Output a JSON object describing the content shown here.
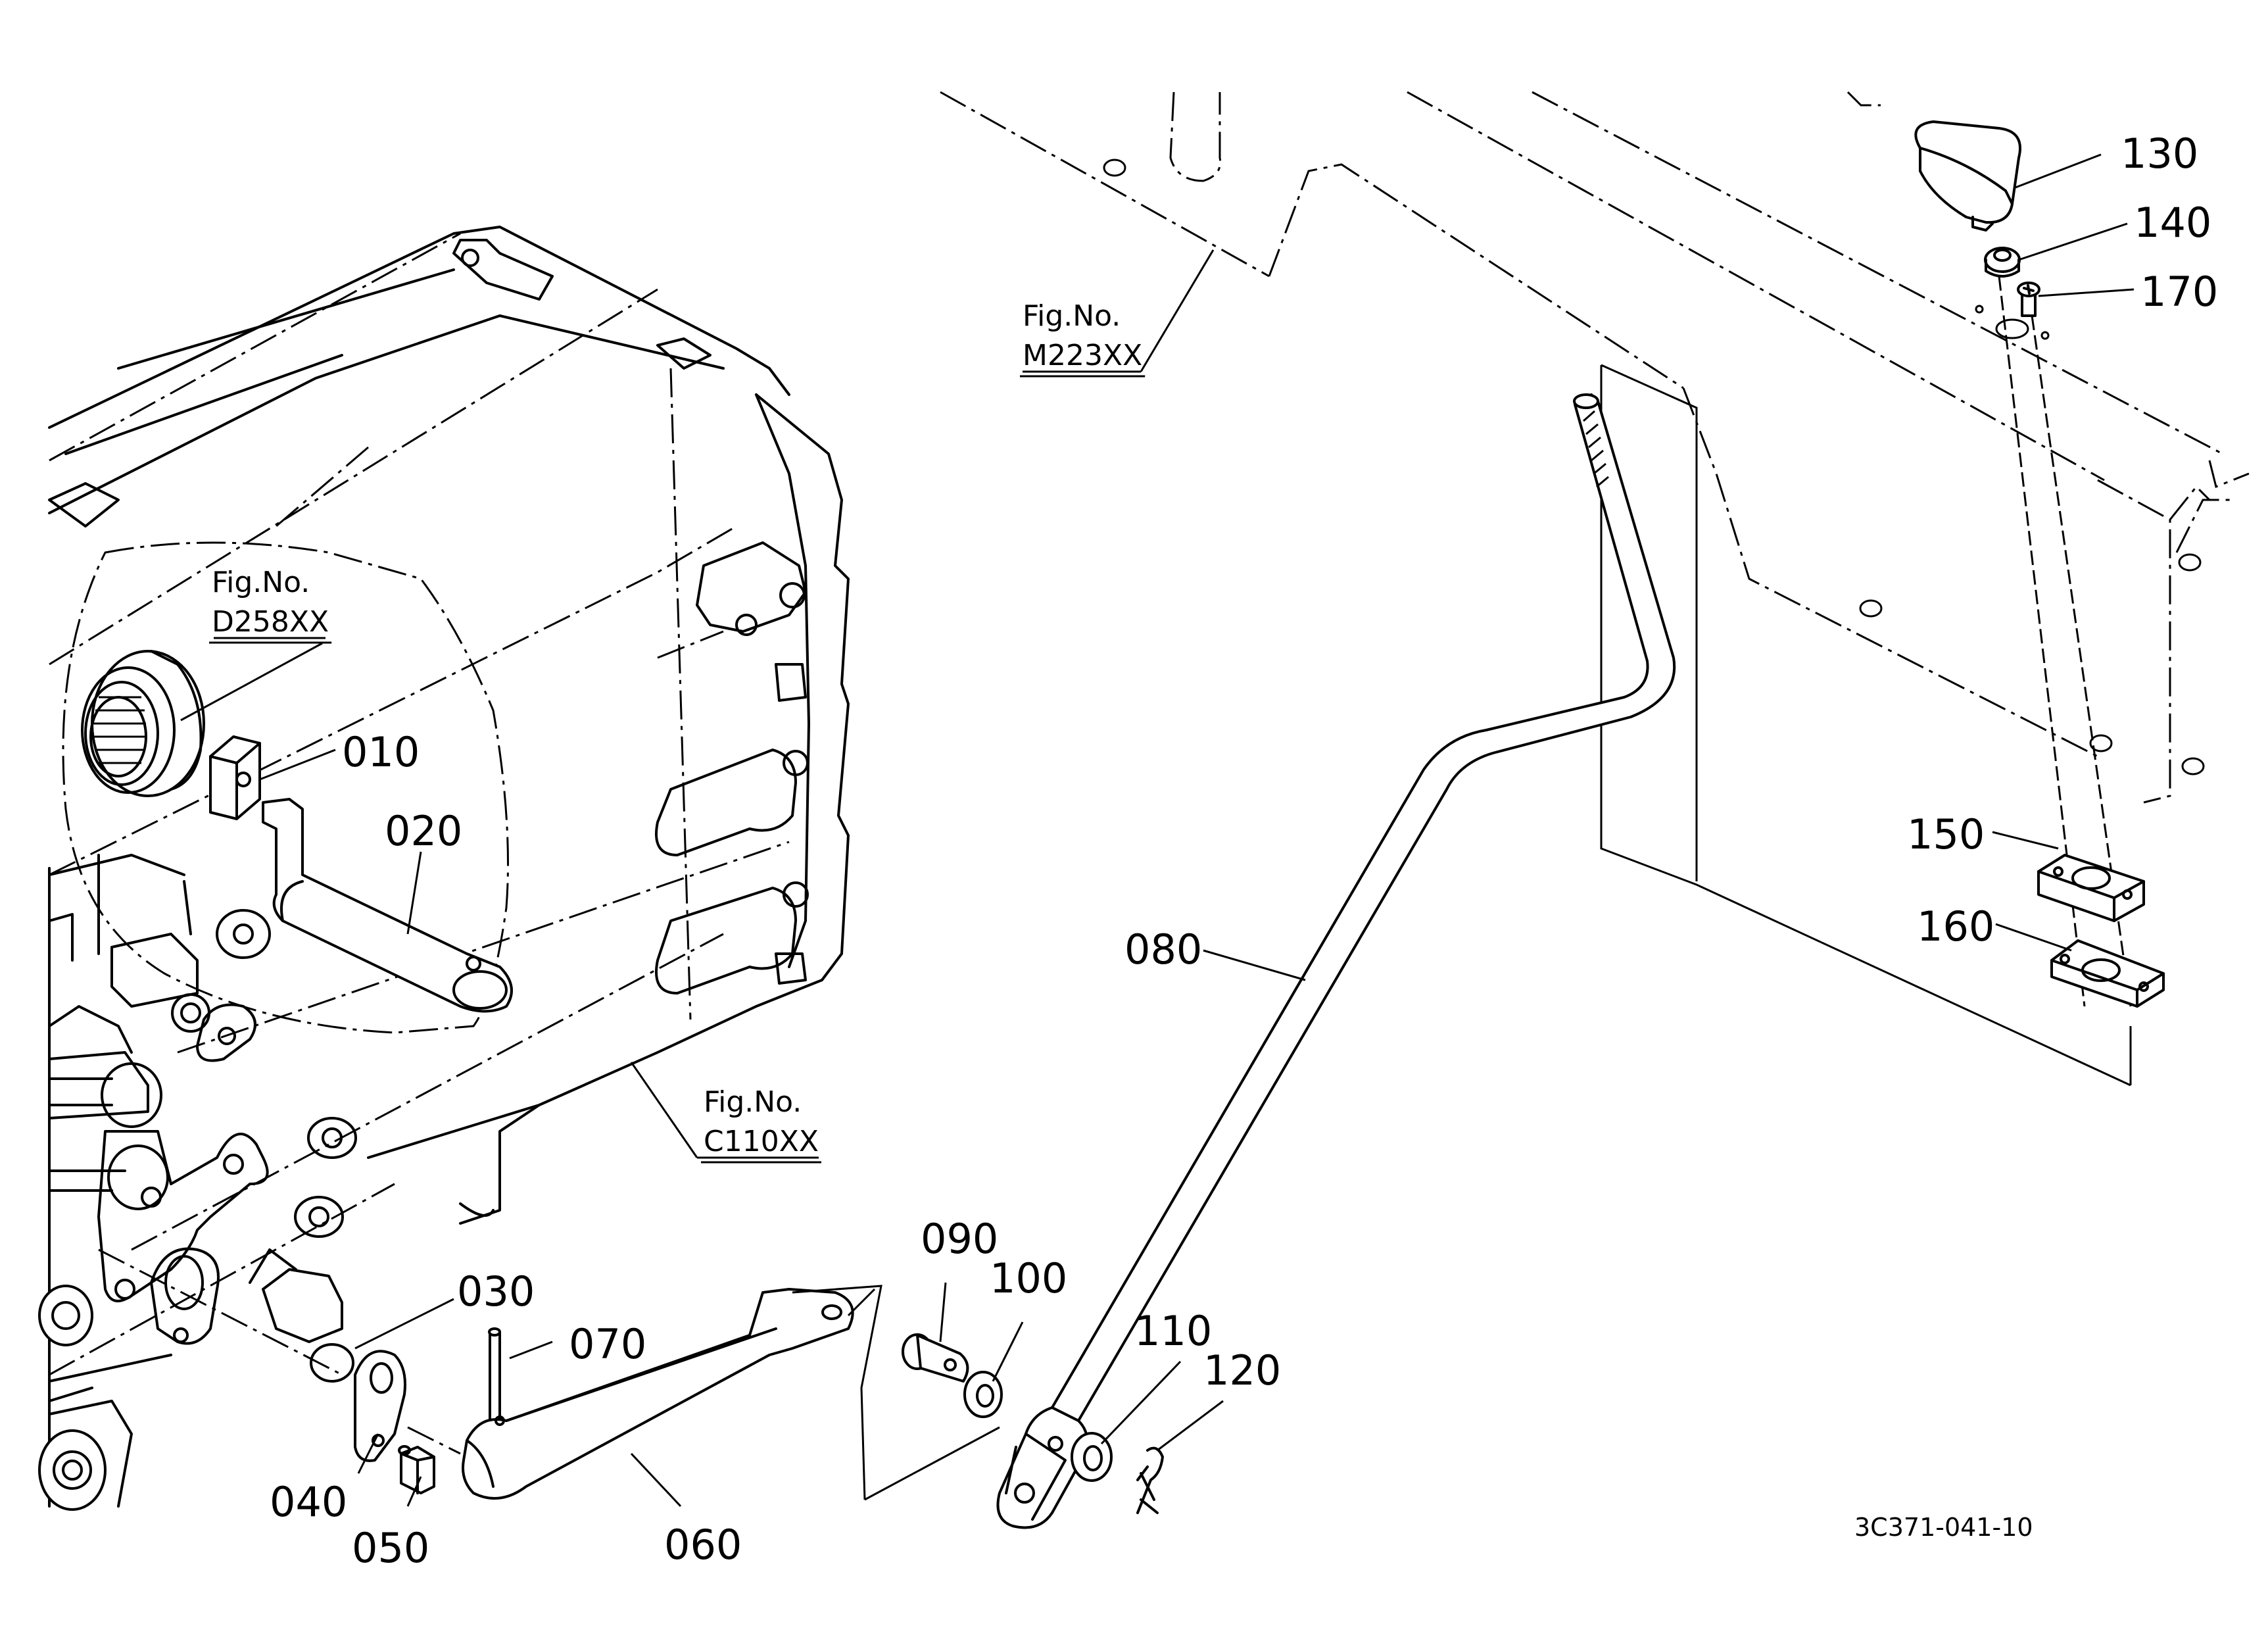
{
  "figure_refs": [
    {
      "id": "ref-m223",
      "line1": "Fig.No.",
      "line2": "M223XX"
    },
    {
      "id": "ref-d258",
      "line1": "Fig.No.",
      "line2": "D258XX"
    },
    {
      "id": "ref-c110",
      "line1": "Fig.No.",
      "line2": "C110XX"
    }
  ],
  "callouts": {
    "p010": "010",
    "p020": "020",
    "p030": "030",
    "p040": "040",
    "p050": "050",
    "p060": "060",
    "p070": "070",
    "p080": "080",
    "p090": "090",
    "p100": "100",
    "p110": "110",
    "p120": "120",
    "p130": "130",
    "p140": "140",
    "p150": "150",
    "p160": "160",
    "p170": "170"
  },
  "drawing_code": "3C371-041-10"
}
